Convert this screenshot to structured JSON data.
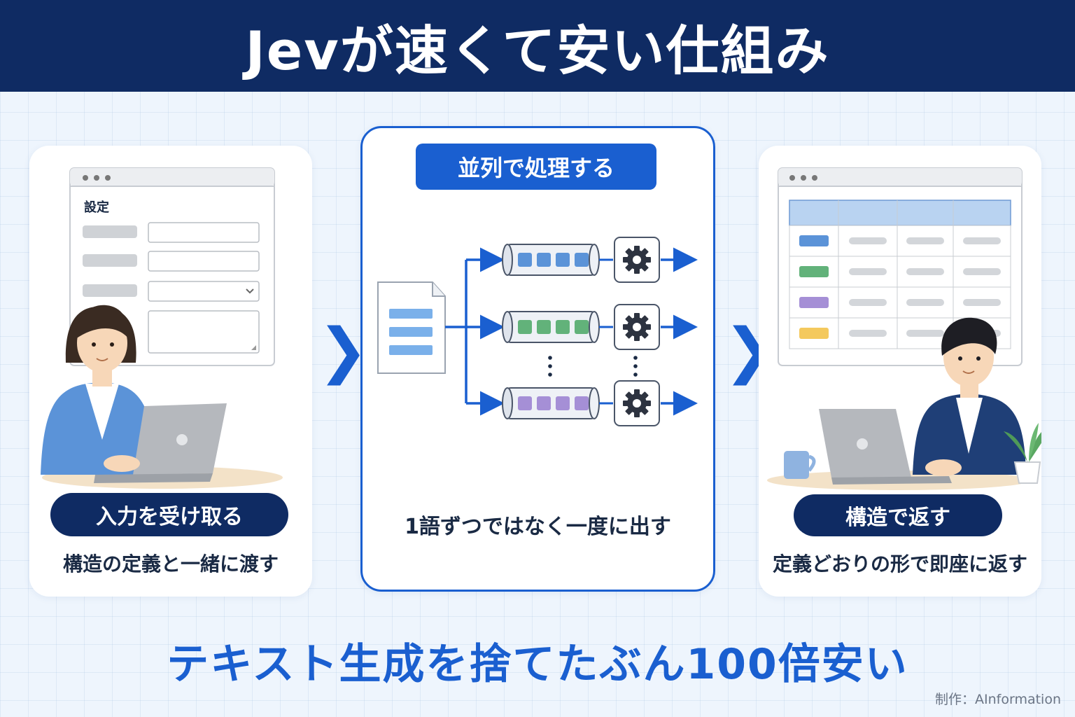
{
  "header": {
    "title": "Jevが速くて安い仕組み"
  },
  "left": {
    "form_title": "設定",
    "label": "入力を受け取る",
    "caption": "構造の定義と一緒に渡す"
  },
  "center": {
    "label": "並列で処理する",
    "caption": "1語ずつではなく一度に出す",
    "pipelines": [
      {
        "color": "#5b93d8"
      },
      {
        "color": "#62b27a"
      },
      {
        "color": "#a58fd6"
      }
    ]
  },
  "right": {
    "label": "構造で返す",
    "caption": "定義どおりの形で即座に返す",
    "row_tags": [
      {
        "color": "#5b93d8"
      },
      {
        "color": "#62b27a"
      },
      {
        "color": "#a58fd6"
      },
      {
        "color": "#f4c95d"
      }
    ]
  },
  "bottom": {
    "headline": "テキスト生成を捨てたぶん100倍安い"
  },
  "footer": {
    "credit": "制作：AInformation"
  },
  "colors": {
    "navy": "#0f2b63",
    "accent": "#1a5fd0",
    "background": "#eef5fd"
  }
}
